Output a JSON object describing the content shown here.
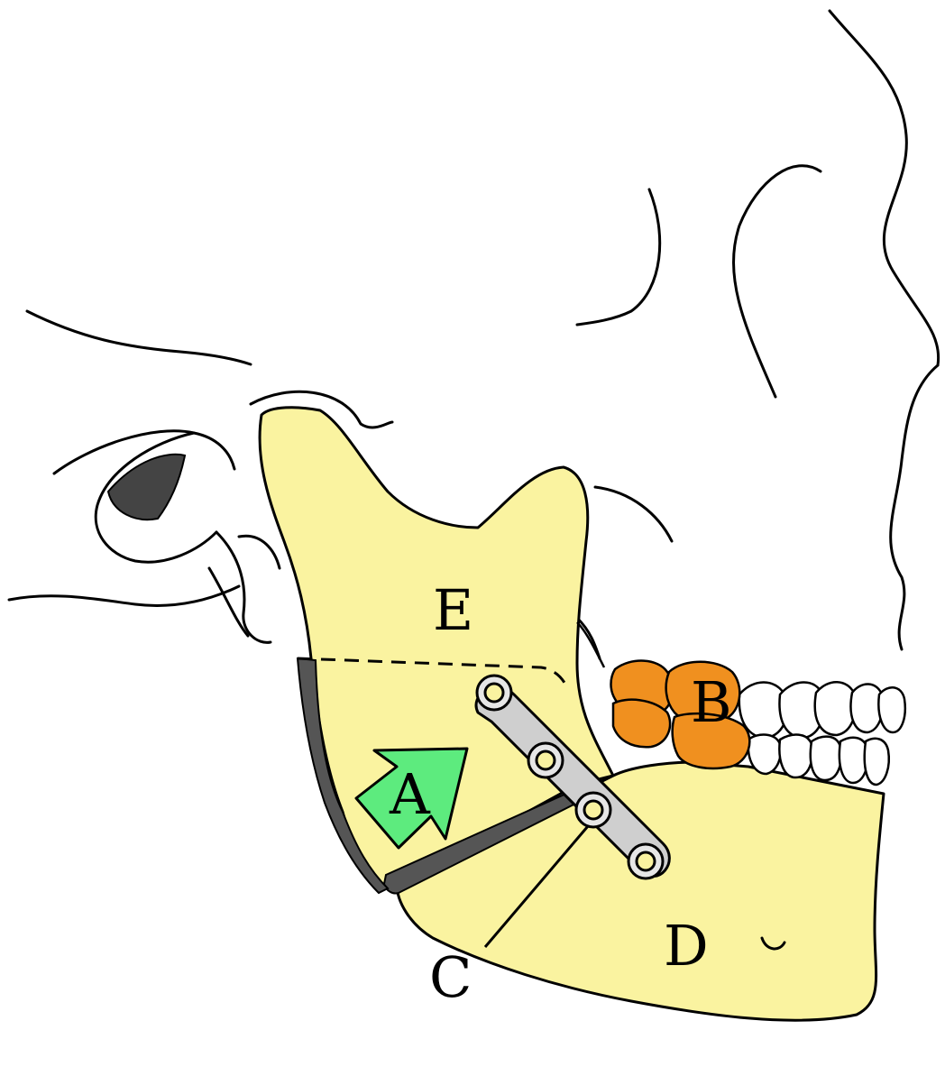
{
  "labels": {
    "a": "A",
    "b": "B",
    "c": "C",
    "d": "D",
    "e": "E"
  },
  "colors": {
    "bone": "#FAF3A0",
    "molar": "#F0901F",
    "arrow": "#5DEB7E",
    "plate": "#CFCFCF",
    "gap": "#555555"
  }
}
